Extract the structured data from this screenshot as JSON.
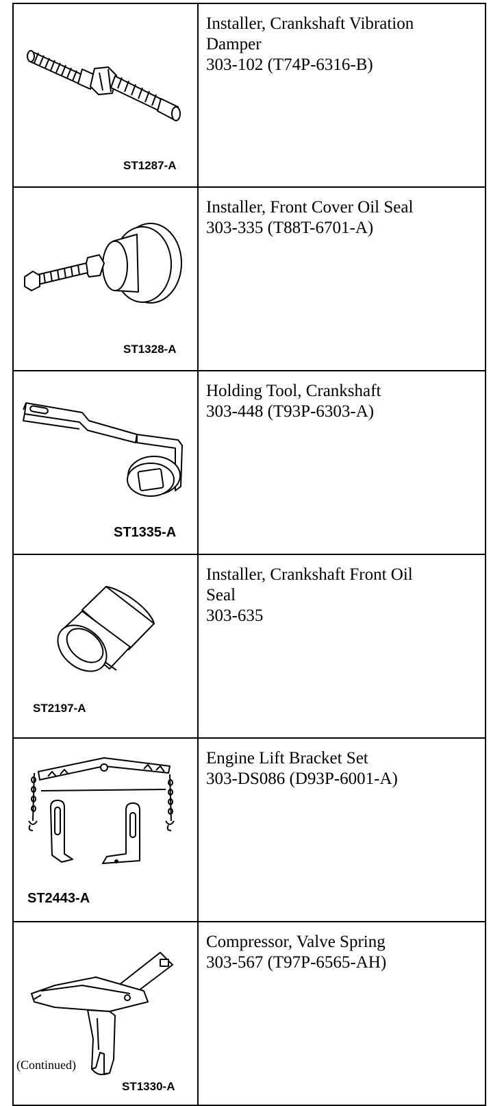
{
  "tools": [
    {
      "icon": "crankshaft-vibration-damper-installer-illustration",
      "figure_code": "ST1287-A",
      "description": [
        "Installer, Crankshaft Vibration",
        "Damper",
        "303-102 (T74P-6316-B)"
      ]
    },
    {
      "icon": "front-cover-oil-seal-installer-illustration",
      "figure_code": "ST1328-A",
      "description": [
        "Installer, Front Cover Oil Seal",
        "303-335 (T88T-6701-A)"
      ]
    },
    {
      "icon": "crankshaft-holding-tool-illustration",
      "figure_code": "ST1335-A",
      "description": [
        "Holding Tool, Crankshaft",
        "303-448 (T93P-6303-A)"
      ]
    },
    {
      "icon": "crankshaft-front-oil-seal-installer-illustration",
      "figure_code": "ST2197-A",
      "description": [
        "Installer, Crankshaft Front Oil",
        "Seal",
        "303-635"
      ]
    },
    {
      "icon": "engine-lift-bracket-set-illustration",
      "figure_code": "ST2443-A",
      "description": [
        "Engine Lift Bracket Set",
        "303-DS086 (D93P-6001-A)"
      ]
    },
    {
      "icon": "valve-spring-compressor-illustration",
      "figure_code": "ST1330-A",
      "description": [
        "Compressor, Valve Spring",
        "303-567 (T97P-6565-AH)"
      ]
    }
  ],
  "footer": {
    "continued": "(Continued)"
  }
}
